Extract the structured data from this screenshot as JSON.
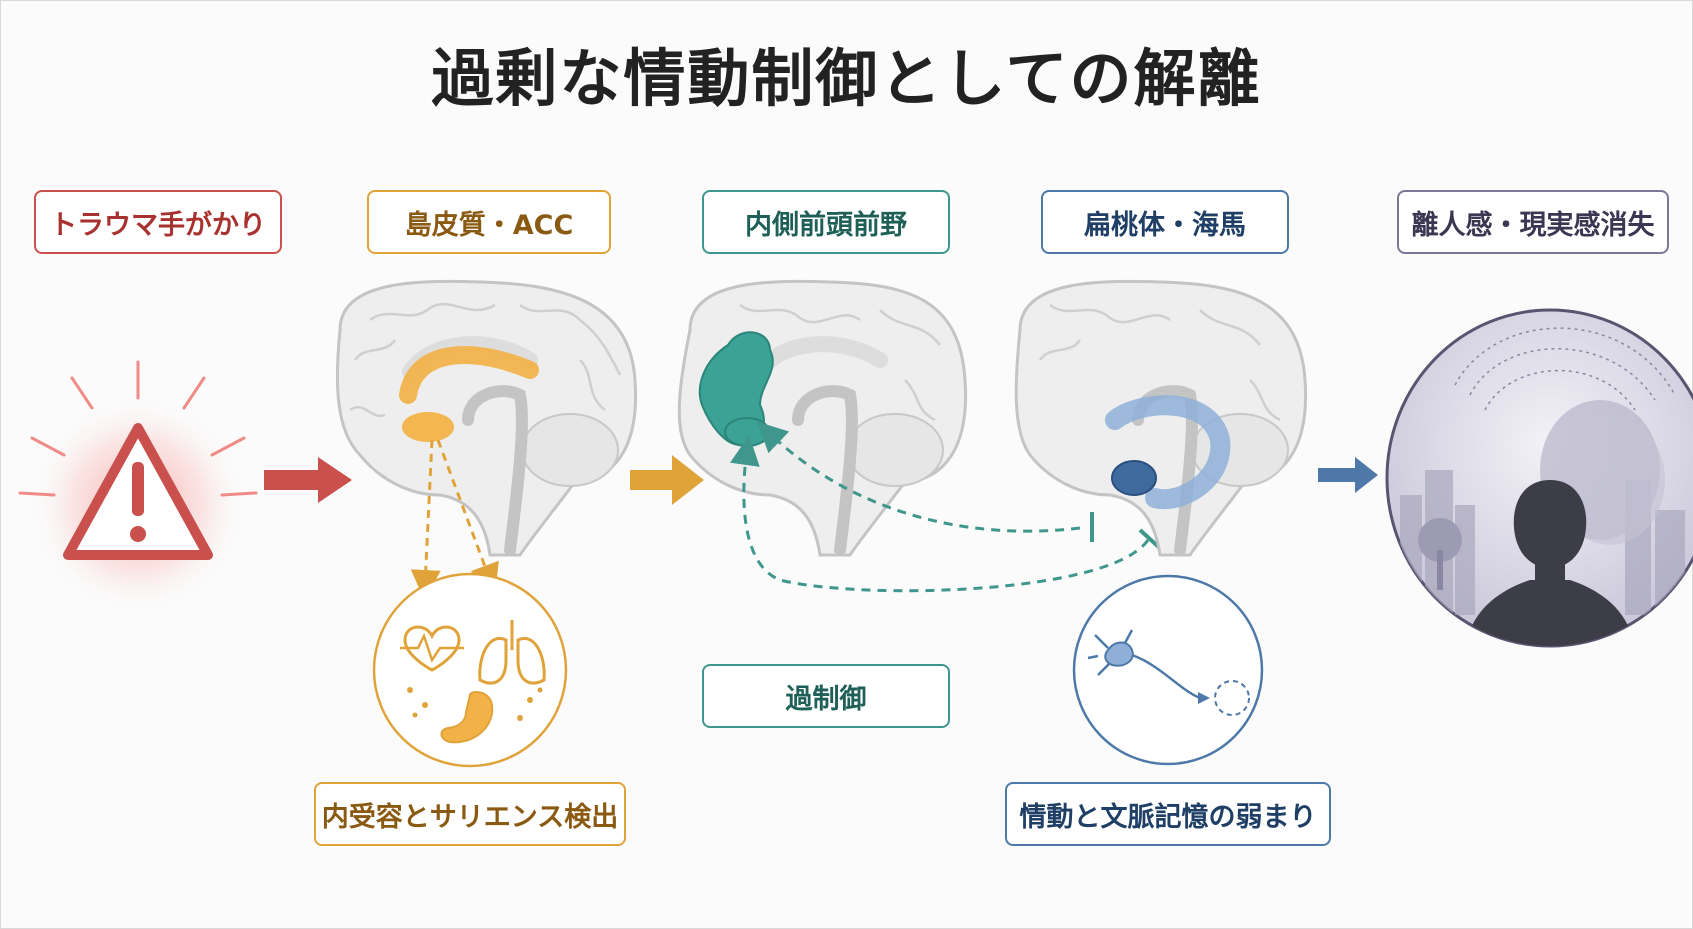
{
  "title": "過剰な情動制御としての解離",
  "stages": {
    "trigger": "トラウマ手がかり",
    "insula": "島皮質・ACC",
    "mpfc": "内側前頭前野",
    "amygdala": "扁桃体・海馬",
    "outcome": "離人感・現実感消失"
  },
  "annotations": {
    "interoception": "内受容とサリエンス検出",
    "overcontrol": "過制御",
    "memory": "情動と文脈記憶の弱まり"
  },
  "colors": {
    "red": "#c9504c",
    "gold": "#e0a33a",
    "teal": "#3f968c",
    "blue": "#4d78a8",
    "purple": "#7d7698"
  }
}
